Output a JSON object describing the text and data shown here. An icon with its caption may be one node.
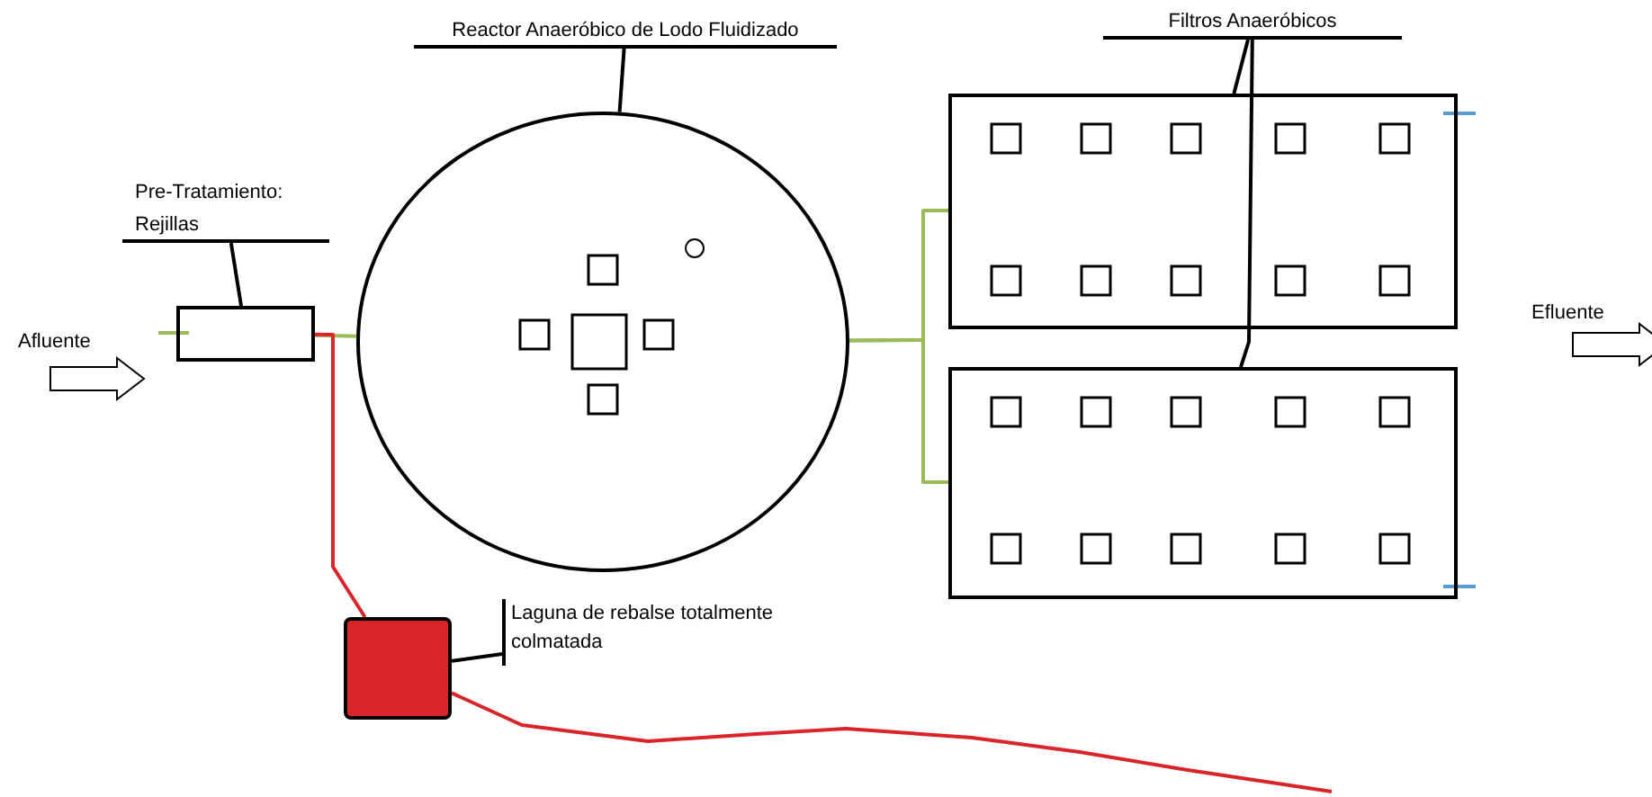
{
  "diagram": {
    "nodes": [
      {
        "text": [
          "Pre-Tratamiento: Rejillas"
        ]
      },
      {
        "text": [],
        "shape": "box"
      },
      {
        "text": [
          "Reactor Anaeróbico de Lodo Fluidizado"
        ]
      },
      {
        "text": [],
        "shape": "circle"
      },
      {
        "text": [
          "Filtros Anaeróbicos"
        ]
      },
      {
        "text": [],
        "shape": "box"
      },
      {
        "text": [],
        "shape": "box"
      },
      {
        "text": [
          "Laguna de rebalse totalmente colmatada"
        ]
      },
      {
        "text": [],
        "shape": "box"
      }
    ],
    "edges": [
      {
        "from": 0,
        "to": 1,
        "arrow": "none"
      },
      {
        "from": 2,
        "to": 3,
        "arrow": "none"
      },
      {
        "from": 4,
        "to": 5,
        "arrow": "none"
      },
      {
        "from": 4,
        "to": 6,
        "arrow": "none"
      },
      {
        "from": 7,
        "to": 8,
        "arrow": "none"
      },
      {
        "from": 1,
        "to": 3,
        "arrow": "none",
        "color": "#9bbb59"
      },
      {
        "from": 3,
        "to": 5,
        "arrow": "none",
        "color": "#9bbb59"
      },
      {
        "from": 3,
        "to": 6,
        "arrow": "none",
        "color": "#9bbb59"
      },
      {
        "from": 1,
        "to": 8,
        "arrow": "none",
        "color": "#d9252a"
      },
      {
        "from": 8,
        "to": null,
        "arrow": "none",
        "color": "#d9252a"
      }
    ],
    "labels": [
      "Afluente",
      "Efluente"
    ]
  }
}
